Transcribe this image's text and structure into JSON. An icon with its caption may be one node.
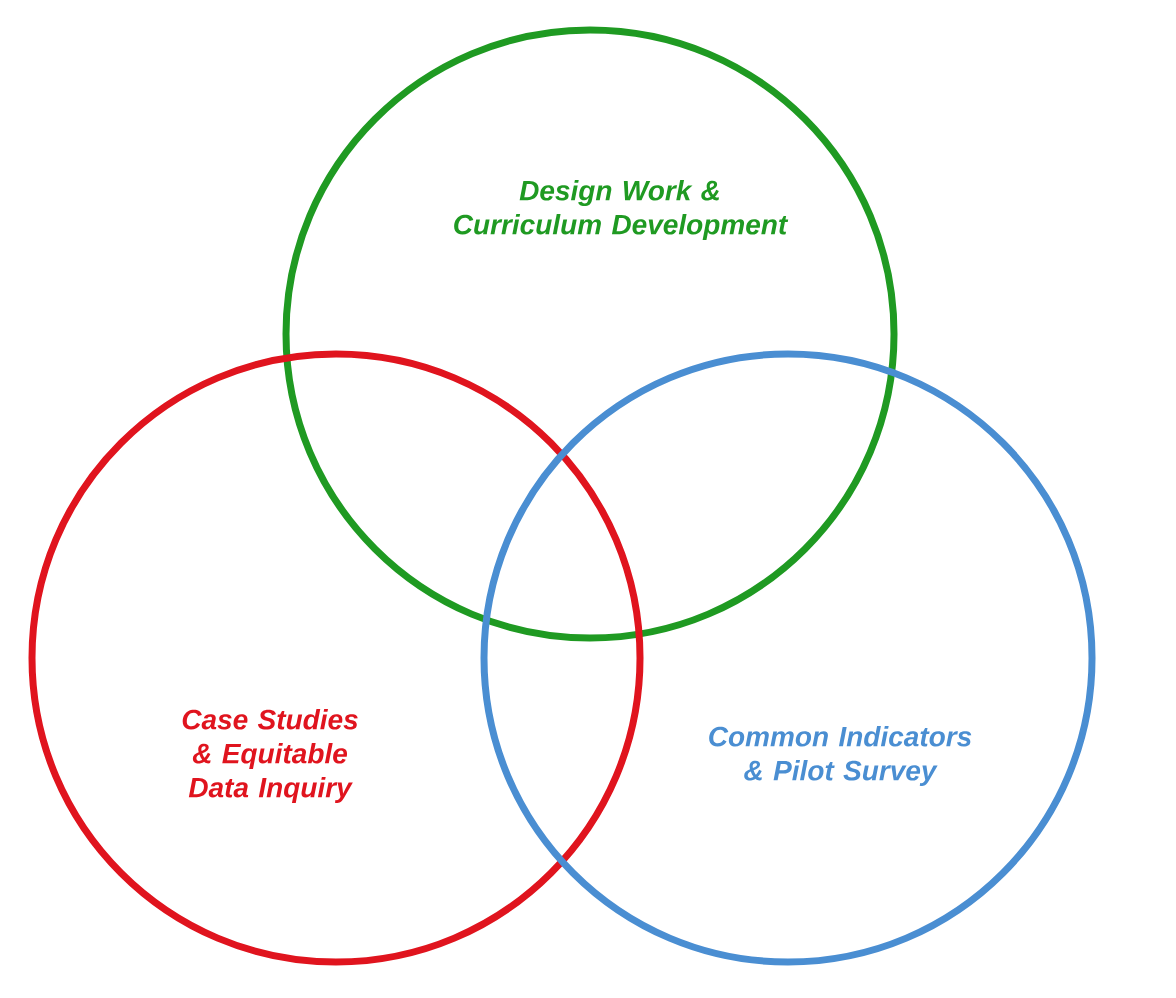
{
  "diagram": {
    "nodes": [
      {
        "text": [
          "Design Work & Curriculum Development"
        ]
      },
      {
        "text": [
          "Case Studies & Equitable Data Inquiry"
        ]
      },
      {
        "text": [
          "Common Indicators & Pilot Survey"
        ]
      }
    ]
  }
}
